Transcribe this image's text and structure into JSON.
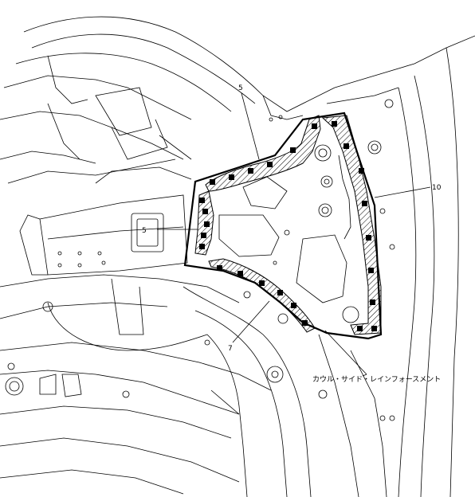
{
  "diagram": {
    "callouts": [
      {
        "id": "c5-top",
        "text": "5"
      },
      {
        "id": "c5-left",
        "text": "5"
      },
      {
        "id": "c7",
        "text": "7"
      },
      {
        "id": "c10",
        "text": "10"
      }
    ],
    "part_label": "カウル・サイド・レインフォースメント"
  },
  "style": {
    "line_color": "#000000",
    "background": "#ffffff"
  }
}
